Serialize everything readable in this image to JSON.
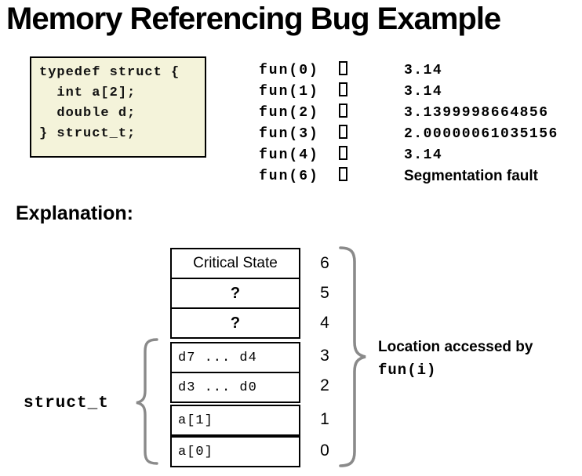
{
  "title": "Memory Referencing Bug Example",
  "code_box": {
    "lines": [
      "typedef struct {",
      "  int a[2];",
      "  double d;",
      "} struct_t;"
    ],
    "background_color": "#f4f3da",
    "border_color": "#000000"
  },
  "fun_results": {
    "arrow_icon": "missing-glyph-box",
    "rows": [
      {
        "call": "fun(0)",
        "result": "3.14"
      },
      {
        "call": "fun(1)",
        "result": "3.14"
      },
      {
        "call": "fun(2)",
        "result": "3.1399998664856"
      },
      {
        "call": "fun(3)",
        "result": "2.00000061035156"
      },
      {
        "call": "fun(4)",
        "result": "3.14"
      },
      {
        "call": "fun(6)",
        "result": "Segmentation fault"
      }
    ]
  },
  "explanation": {
    "heading": "Explanation:"
  },
  "diagram": {
    "rows": [
      {
        "label": "Critical State",
        "address": "6"
      },
      {
        "label": "?",
        "address": "5"
      },
      {
        "label": "?",
        "address": "4"
      },
      {
        "label": "d7 ... d4",
        "address": "3"
      },
      {
        "label": "d3 ... d0",
        "address": "2"
      },
      {
        "label": "a[1]",
        "address": "1"
      },
      {
        "label": "a[0]",
        "address": "0"
      }
    ],
    "struct_label": "struct_t",
    "location_label_line1": "Location accessed by",
    "location_label_line2": "fun(i)",
    "brace_color": "#8a8a8a"
  }
}
